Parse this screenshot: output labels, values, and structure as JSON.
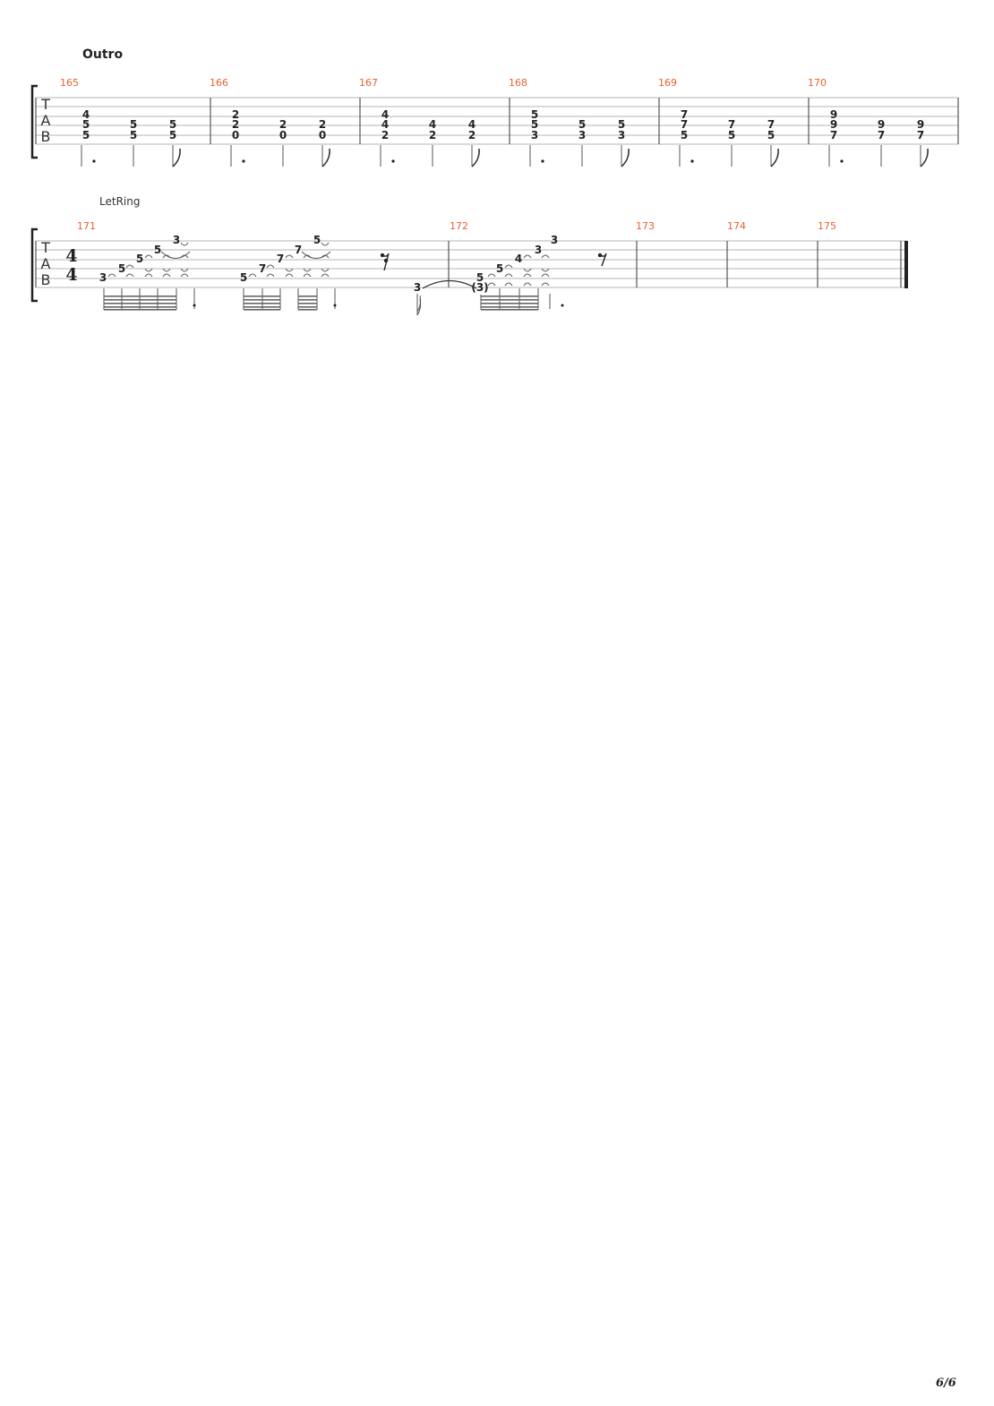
{
  "section_title": "Outro",
  "technique_label": "LetRing",
  "page_number": "6/6",
  "accent_color": "#e8612c",
  "tab_clef": [
    "T",
    "A",
    "B"
  ],
  "time_signature": {
    "numerator": "4",
    "denominator": "4"
  },
  "system1": {
    "measures": [
      {
        "number": "165",
        "chords": [
          [
            "4",
            "5",
            "5"
          ],
          [
            "5",
            "5"
          ],
          [
            "5",
            "5"
          ]
        ]
      },
      {
        "number": "166",
        "chords": [
          [
            "2",
            "2",
            "0"
          ],
          [
            "2",
            "0"
          ],
          [
            "2",
            "0"
          ]
        ]
      },
      {
        "number": "167",
        "chords": [
          [
            "4",
            "4",
            "2"
          ],
          [
            "4",
            "2"
          ],
          [
            "4",
            "2"
          ]
        ]
      },
      {
        "number": "168",
        "chords": [
          [
            "5",
            "5",
            "3"
          ],
          [
            "5",
            "3"
          ],
          [
            "5",
            "3"
          ]
        ]
      },
      {
        "number": "169",
        "chords": [
          [
            "7",
            "7",
            "5"
          ],
          [
            "7",
            "5"
          ],
          [
            "7",
            "5"
          ]
        ]
      },
      {
        "number": "170",
        "chords": [
          [
            "9",
            "9",
            "7"
          ],
          [
            "9",
            "7"
          ],
          [
            "9",
            "7"
          ]
        ]
      }
    ]
  },
  "system2": {
    "measures": [
      {
        "number": "171",
        "notes": [
          "3",
          "5",
          "5",
          "5",
          "3",
          "5",
          "7",
          "7",
          "7",
          "5"
        ]
      },
      {
        "number": "172",
        "notes": [
          "3",
          "(3)",
          "5",
          "5",
          "4",
          "3",
          "3"
        ]
      },
      {
        "number": "173",
        "notes": []
      },
      {
        "number": "174",
        "notes": []
      },
      {
        "number": "175",
        "notes": []
      }
    ]
  }
}
